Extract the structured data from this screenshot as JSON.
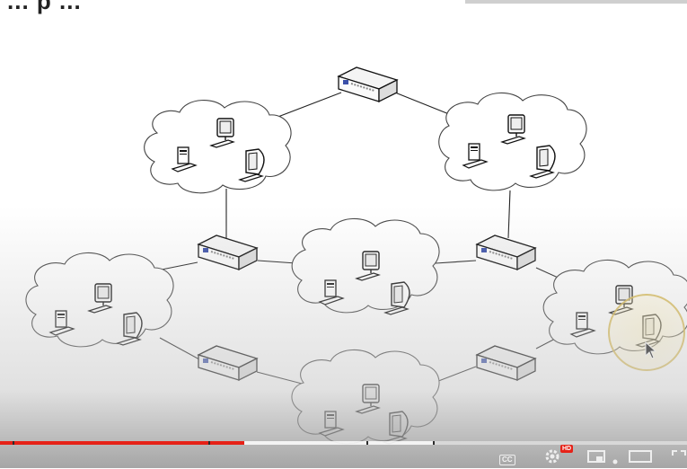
{
  "slide": {
    "title_fragment": "... p ..."
  },
  "diagram": {
    "clouds": [
      {
        "id": "top-left"
      },
      {
        "id": "top-right"
      },
      {
        "id": "center"
      },
      {
        "id": "left"
      },
      {
        "id": "right"
      },
      {
        "id": "bottom"
      }
    ],
    "switches": [
      {
        "id": "top"
      },
      {
        "id": "upper-left"
      },
      {
        "id": "upper-right"
      },
      {
        "id": "lower-left"
      },
      {
        "id": "lower-right"
      }
    ]
  },
  "player": {
    "progress_percent": 35.5,
    "buffered_percent": 63,
    "controls": {
      "captions_label": "CC",
      "hd_badge": "HD",
      "settings_icon": "gear-icon",
      "miniplayer_icon": "miniplayer-icon",
      "theater_icon": "theater-icon",
      "fullscreen_icon": "fullscreen-icon"
    },
    "colors": {
      "played": "#e62117",
      "cursor_highlight": "#d6b64a"
    }
  }
}
